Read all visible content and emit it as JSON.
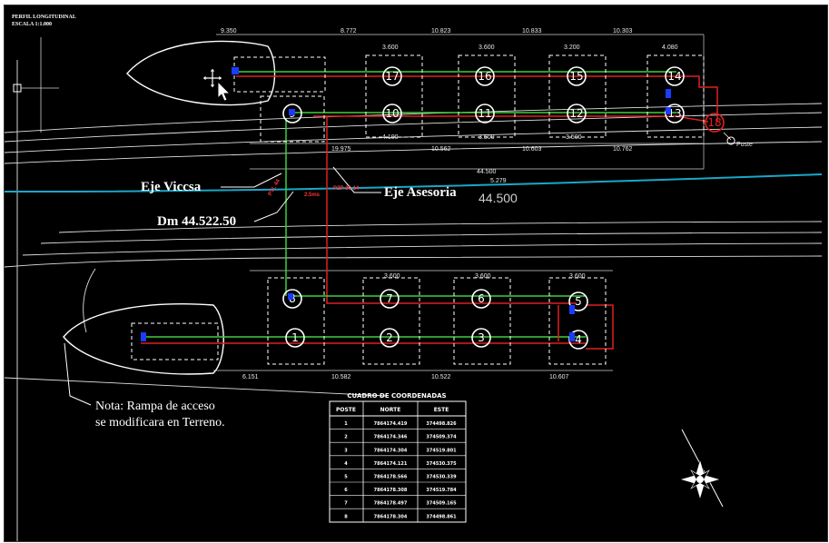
{
  "title_block": {
    "line1": "PERFIL LONGITUDINAL",
    "line2": "ESCALA 1:1.000"
  },
  "labels": {
    "eje_viccsa": "Eje Viccsa",
    "eje_asesoria": "Eje Asesoria",
    "chainage_big": "44.500",
    "dm": "Dm 44.522.50",
    "poste": "Poste",
    "nota_line1": "Nota: Rampa de acceso",
    "nota_line2": "se modificara en Terreno."
  },
  "red_tags": [
    "PYL 44",
    "2.5ms",
    "PZP 30 14"
  ],
  "posts_top": [
    "17",
    "16",
    "15",
    "14",
    "9",
    "10",
    "11",
    "12",
    "13",
    "18"
  ],
  "posts_bottom": [
    "8",
    "7",
    "6",
    "5",
    "1",
    "2",
    "3",
    "4"
  ],
  "dimensions": {
    "top_row": [
      "9.350",
      "8.772",
      "10.823",
      "10.833",
      "10.303"
    ],
    "top_small": [
      "3.600",
      "3.600",
      "3.200",
      "4.080"
    ],
    "mid_row": [
      "19.975",
      "10.562",
      "10.603",
      "10.762"
    ],
    "mid_small": [
      "4.100",
      "3.500",
      "3.500"
    ],
    "bottom_row": [
      "6.151",
      "10.582",
      "10.522",
      "10.607"
    ],
    "bottom_small": [
      "3.600",
      "3.600",
      "3.600"
    ],
    "lane": [
      "44.500",
      "5.279"
    ]
  },
  "table": {
    "title": "CUADRO DE COORDENADAS",
    "headers": [
      "POSTE",
      "NORTE",
      "ESTE"
    ],
    "rows": [
      [
        "1",
        "7864174.419",
        "374498.826"
      ],
      [
        "2",
        "7864174.346",
        "374509.374"
      ],
      [
        "3",
        "7864174.304",
        "374519.801"
      ],
      [
        "4",
        "7864174.121",
        "374530.375"
      ],
      [
        "5",
        "7864178.566",
        "374530.339"
      ],
      [
        "6",
        "7864178.308",
        "374519.784"
      ],
      [
        "7",
        "7864178.497",
        "374509.165"
      ],
      [
        "8",
        "7864178.304",
        "374498.861"
      ]
    ]
  },
  "colors": {
    "background": "#000000",
    "green_wire": "#3ccf3c",
    "red_wire": "#e02020",
    "cyan_line": "#1aa7c9",
    "geometry": "#ffffff"
  },
  "icons": {
    "cursor": "move-cursor-icon",
    "north": "north-arrow-compass-icon"
  }
}
